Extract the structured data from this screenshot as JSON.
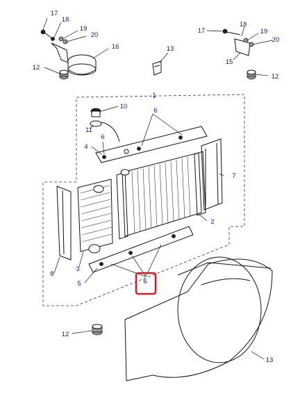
{
  "callouts": {
    "c17a": "17",
    "c18a": "18",
    "c19a": "19",
    "c20a": "20",
    "c16": "16",
    "c12a": "12",
    "c13a": "13",
    "c17b": "17",
    "c18b": "18",
    "c19b": "19",
    "c20b": "20",
    "c15": "15",
    "c12b": "12",
    "c1": "1",
    "c10": "10",
    "c11": "11",
    "c6a": "6",
    "c6b": "6",
    "c4": "4",
    "c7": "7",
    "c2": "2",
    "c8": "8",
    "c3": "3",
    "c5": "5",
    "c6c": "6",
    "c12c": "12",
    "c13b": "13"
  },
  "highlight": {
    "label": "6",
    "color": "#d71920"
  }
}
